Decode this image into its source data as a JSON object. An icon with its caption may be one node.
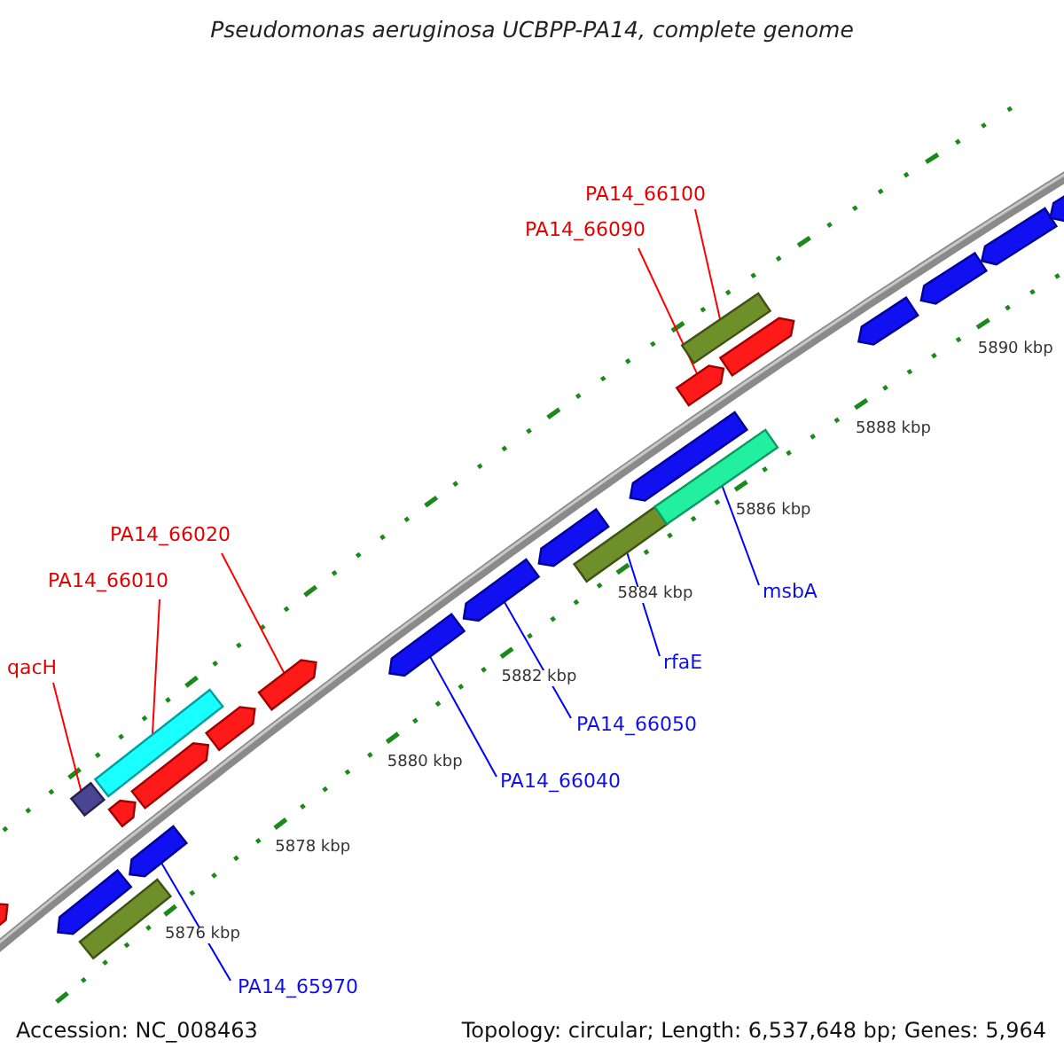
{
  "diagram": {
    "title": "Pseudomonas aeruginosa UCBPP-PA14, complete genome",
    "nodes": [
      {
        "text": [
          "PA14_66100"
        ]
      },
      {
        "text": [
          "PA14_66090"
        ]
      },
      {
        "text": [
          "PA14_66020"
        ]
      },
      {
        "text": [
          "PA14_66010"
        ]
      },
      {
        "text": [
          "msbA"
        ]
      },
      {
        "text": [
          "rfaE"
        ]
      },
      {
        "text": [
          "qacH"
        ]
      },
      {
        "text": [
          "PA14_66050"
        ]
      },
      {
        "text": [
          "PA14_66040"
        ]
      },
      {
        "text": [
          "PA14_65970"
        ]
      },
      {
        "text": [],
        "shape": "bar"
      },
      {
        "text": [],
        "shape": "bar"
      },
      {
        "text": [],
        "shape": "bar"
      },
      {
        "text": [],
        "shape": "bar"
      },
      {
        "text": [],
        "shape": "bar"
      },
      {
        "text": [],
        "shape": "bar"
      },
      {
        "text": [],
        "shape": "bar"
      },
      {
        "text": [],
        "shape": "bar"
      },
      {
        "text": [],
        "shape": "bar"
      },
      {
        "text": [],
        "shape": "bar"
      },
      {
        "text": [],
        "shape": "bar"
      },
      {
        "text": [],
        "shape": "bar"
      },
      {
        "text": [],
        "shape": "bar"
      },
      {
        "text": [],
        "shape": "bar"
      },
      {
        "text": [],
        "shape": "bar"
      },
      {
        "text": [],
        "shape": "bar"
      },
      {
        "text": [],
        "shape": "bar"
      },
      {
        "text": [],
        "shape": "bar"
      },
      {
        "text": [],
        "shape": "bar"
      },
      {
        "text": [],
        "shape": "bar"
      },
      {
        "text": [],
        "shape": "bar"
      },
      {
        "text": [],
        "shape": "bar"
      },
      {
        "text": [],
        "shape": "bar"
      }
    ],
    "edges": [
      {
        "from": 0,
        "to": 27,
        "arrow": "none",
        "color": "#ff0000"
      },
      {
        "from": 1,
        "to": 26,
        "arrow": "none",
        "color": "#ff0000"
      },
      {
        "from": 2,
        "to": 19,
        "arrow": "none",
        "color": "#ff0000"
      },
      {
        "from": 3,
        "to": 17,
        "arrow": "none",
        "color": "#ff0000"
      },
      {
        "from": 4,
        "to": 25,
        "arrow": "none",
        "color": "#0000ff"
      },
      {
        "from": 5,
        "to": 23,
        "arrow": "none",
        "color": "#0000ff"
      },
      {
        "from": 6,
        "to": 13,
        "arrow": "none",
        "color": "#ff0000"
      },
      {
        "from": 7,
        "to": 21,
        "arrow": "none",
        "color": "#0000ff"
      },
      {
        "from": 8,
        "to": 20,
        "arrow": "none",
        "color": "#0000ff"
      },
      {
        "from": 9,
        "to": 14,
        "arrow": "none",
        "color": "#0000ff"
      }
    ],
    "labels": [
      "5890 kbp",
      "5888 kbp",
      "5886 kbp",
      "5884 kbp",
      "5882 kbp",
      "5880 kbp",
      "5878 kbp",
      "5876 kbp",
      "Accession: NC_008463",
      "Topology: circular; Length: 6,537,648 bp; Genes: 5,964"
    ]
  }
}
